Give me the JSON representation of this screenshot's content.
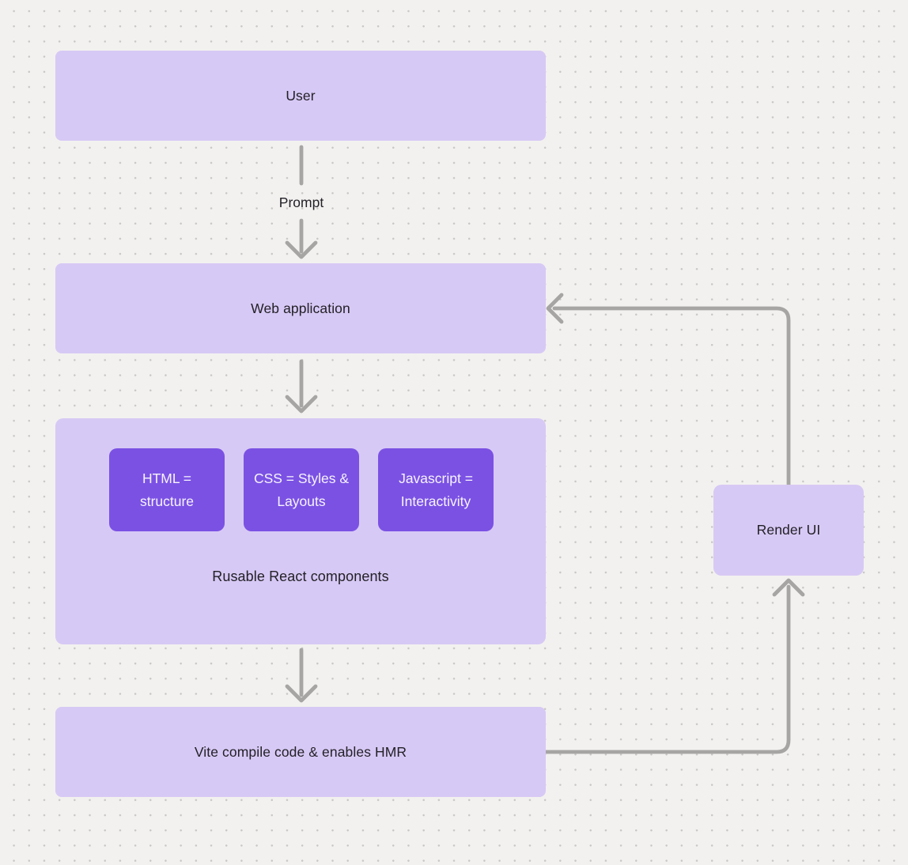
{
  "diagram": {
    "nodes": {
      "user": {
        "label": "User"
      },
      "web_application": {
        "label": "Web application"
      },
      "components_container": {
        "caption": "Rusable React components",
        "children": [
          {
            "label": "HTML = structure"
          },
          {
            "label": "CSS = Styles & Layouts"
          },
          {
            "label": "Javascript = Interactivity"
          }
        ]
      },
      "vite": {
        "label": "Vite compile code & enables HMR"
      },
      "render_ui": {
        "label": "Render UI"
      }
    },
    "edges": {
      "prompt_label": "Prompt"
    },
    "colors": {
      "background": "#f2f1ef",
      "grid_dot": "#c9c7c5",
      "node_fill": "#d7c9f5",
      "inner_node_fill": "#7b51e4",
      "inner_node_text": "#f7f4fe",
      "node_text": "#232127",
      "arrow": "#a7a5a3"
    }
  }
}
